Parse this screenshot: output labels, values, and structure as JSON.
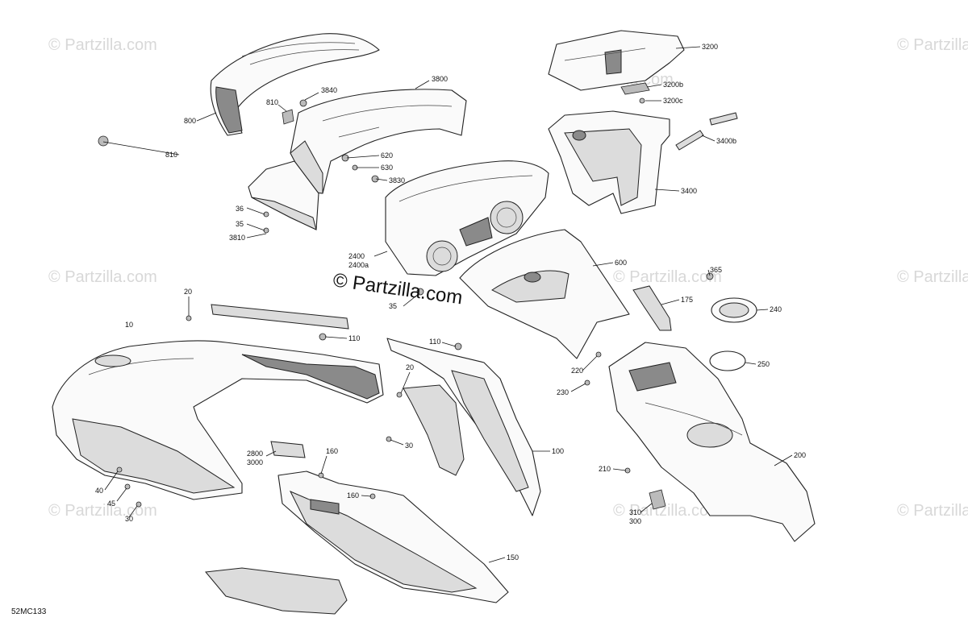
{
  "diagram_code": "52MC133",
  "watermark_text": "© Partzilla.com",
  "center_watermark": "© Partzilla.com",
  "callouts": [
    {
      "id": "800",
      "text": "800"
    },
    {
      "id": "810a",
      "text": "810"
    },
    {
      "id": "810b",
      "text": "810"
    },
    {
      "id": "3840",
      "text": "3840"
    },
    {
      "id": "3800",
      "text": "3800"
    },
    {
      "id": "620",
      "text": "620"
    },
    {
      "id": "630",
      "text": "630"
    },
    {
      "id": "3830",
      "text": "3830"
    },
    {
      "id": "36",
      "text": "36"
    },
    {
      "id": "35",
      "text": "35"
    },
    {
      "id": "3810",
      "text": "3810"
    },
    {
      "id": "3200",
      "text": "3200"
    },
    {
      "id": "3200b",
      "text": "3200b"
    },
    {
      "id": "3200c",
      "text": "3200c"
    },
    {
      "id": "3400b",
      "text": "3400b"
    },
    {
      "id": "3400",
      "text": "3400"
    },
    {
      "id": "2400",
      "text": "2400"
    },
    {
      "id": "2400a",
      "text": "2400a"
    },
    {
      "id": "600",
      "text": "600"
    },
    {
      "id": "35b",
      "text": "35"
    },
    {
      "id": "365",
      "text": "365"
    },
    {
      "id": "175",
      "text": "175"
    },
    {
      "id": "240",
      "text": "240"
    },
    {
      "id": "250",
      "text": "250"
    },
    {
      "id": "20a",
      "text": "20"
    },
    {
      "id": "10",
      "text": "10"
    },
    {
      "id": "110a",
      "text": "110"
    },
    {
      "id": "110b",
      "text": "110"
    },
    {
      "id": "20b",
      "text": "20"
    },
    {
      "id": "220",
      "text": "220"
    },
    {
      "id": "230",
      "text": "230"
    },
    {
      "id": "30a",
      "text": "30"
    },
    {
      "id": "100",
      "text": "100"
    },
    {
      "id": "200",
      "text": "200"
    },
    {
      "id": "2800",
      "text": "2800"
    },
    {
      "id": "3000",
      "text": "3000"
    },
    {
      "id": "160a",
      "text": "160"
    },
    {
      "id": "160b",
      "text": "160"
    },
    {
      "id": "210",
      "text": "210"
    },
    {
      "id": "40",
      "text": "40"
    },
    {
      "id": "45",
      "text": "45"
    },
    {
      "id": "30b",
      "text": "30"
    },
    {
      "id": "310",
      "text": "310"
    },
    {
      "id": "300",
      "text": "300"
    },
    {
      "id": "150",
      "text": "150"
    }
  ]
}
